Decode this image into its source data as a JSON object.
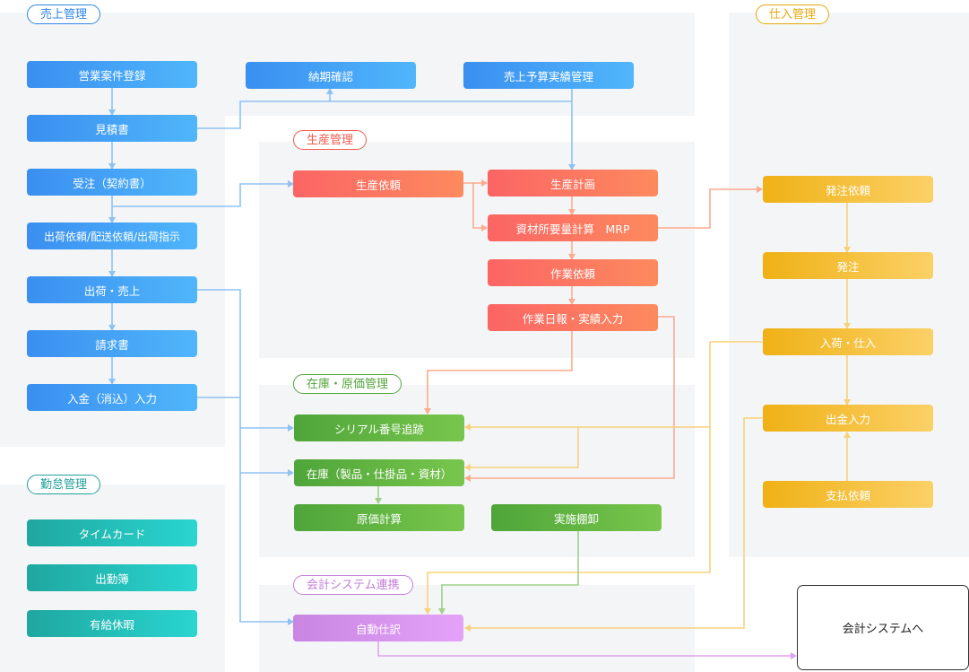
{
  "sections": {
    "sales": "売上管理",
    "purchasing": "仕入管理",
    "production": "生産管理",
    "inventory": "在庫・原価管理",
    "attendance": "勤怠管理",
    "accounting": "会計システム連携"
  },
  "sales": {
    "case_registration": "営業案件登録",
    "estimate": "見積書",
    "order": "受注（契約書）",
    "shipping_request": "出荷依頼/配送依頼/出荷指示",
    "shipping_sales": "出荷・売上",
    "invoice": "請求書",
    "payment_entry": "入金（消込）入力",
    "delivery_confirmation": "納期確認",
    "budget_actual": "売上予算実績管理"
  },
  "production": {
    "request": "生産依頼",
    "plan": "生産計画",
    "mrp": "資材所要量計算　MRP",
    "work_request": "作業依頼",
    "daily_report": "作業日報・実績入力"
  },
  "purchasing": {
    "order_request": "発注依頼",
    "order": "発注",
    "receipt": "入荷・仕入",
    "payment": "出金入力",
    "payment_request": "支払依頼"
  },
  "inventory": {
    "serial_tracking": "シリアル番号追跡",
    "stock": "在庫（製品・仕掛品・資材）",
    "cost_calc": "原価計算",
    "stocktaking": "実施棚卸"
  },
  "attendance": {
    "timecard": "タイムカード",
    "attendance_book": "出勤簿",
    "paid_leave": "有給休暇"
  },
  "accounting": {
    "auto_journal": "自動仕訳",
    "to_system": "会計システムへ"
  },
  "colors": {
    "sales": "#3a8ff0",
    "production": "#fb6565",
    "purchasing": "#efb116",
    "inventory": "#4fa53a",
    "attendance": "#1fa7a0",
    "accounting": "#c886e2"
  }
}
